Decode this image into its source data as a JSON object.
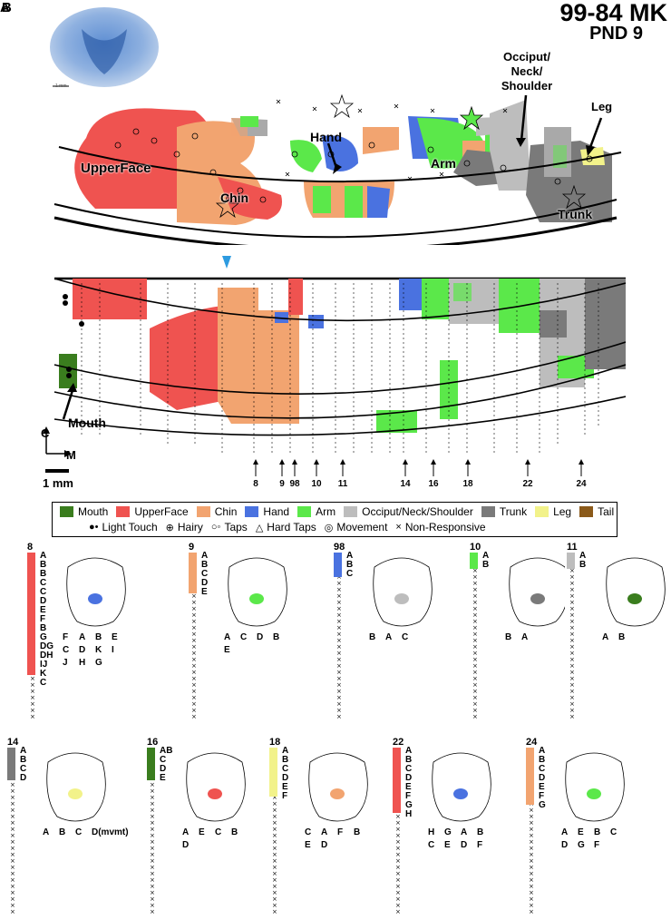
{
  "panel_letters": [
    "A",
    "B"
  ],
  "header": {
    "case_id": "99-84 MK",
    "age": "PND 9"
  },
  "scale_bar_micro": "1 mm",
  "labels": {
    "upper_face": "UpperFace",
    "chin": "Chin",
    "hand": "Hand",
    "arm": "Arm",
    "occiput": "Occiput/ Neck/ Shoulder",
    "leg": "Leg",
    "trunk": "Trunk",
    "mouth": "Mouth"
  },
  "axes": {
    "caudal": "C",
    "medial": "M",
    "scale": "1 mm"
  },
  "penetration_numbers": [
    "8",
    "9",
    "98",
    "10",
    "11",
    "14",
    "16",
    "18",
    "22",
    "24"
  ],
  "legend": {
    "regions": [
      {
        "name": "Mouth",
        "color": "#3a7d1e"
      },
      {
        "name": "UpperFace",
        "color": "#ef5350"
      },
      {
        "name": "Chin",
        "color": "#f2a470"
      },
      {
        "name": "Hand",
        "color": "#4a72e0"
      },
      {
        "name": "Arm",
        "color": "#5be84a"
      },
      {
        "name": "Occiput/Neck/Shoulder",
        "color": "#bdbdbd"
      },
      {
        "name": "Trunk",
        "color": "#7a7a7a"
      },
      {
        "name": "Leg",
        "color": "#f2f28a"
      },
      {
        "name": "Tail",
        "color": "#8b5a1a"
      }
    ],
    "symbols": [
      {
        "glyph": "●•",
        "name": "Light Touch"
      },
      {
        "glyph": "⊕",
        "name": "Hairy"
      },
      {
        "glyph": "○◦",
        "name": "Taps"
      },
      {
        "glyph": "△",
        "name": "Hard Taps"
      },
      {
        "glyph": "◎",
        "name": "Movement"
      },
      {
        "glyph": "×",
        "name": "Non-Responsive"
      }
    ]
  },
  "subpanels": [
    {
      "num": "8",
      "letters": [
        "A",
        "B",
        "B",
        "C",
        "C",
        "D",
        "E",
        "F",
        "B",
        "G",
        "DG",
        "DH",
        "IJ",
        "K",
        "C"
      ],
      "fig_letters": [
        "F",
        "A",
        "B",
        "E",
        "C",
        "D",
        "K",
        "I",
        "J",
        "H",
        "G"
      ]
    },
    {
      "num": "9",
      "letters": [
        "A",
        "B",
        "C",
        "D",
        "E"
      ],
      "fig_letters": [
        "A",
        "C",
        "D",
        "B",
        "E"
      ]
    },
    {
      "num": "98",
      "letters": [
        "A",
        "B",
        "C"
      ],
      "fig_letters": [
        "B",
        "A",
        "C"
      ]
    },
    {
      "num": "10",
      "letters": [
        "A",
        "B"
      ],
      "fig_letters": [
        "B",
        "A"
      ]
    },
    {
      "num": "11",
      "letters": [
        "A",
        "B"
      ],
      "fig_letters": [
        "A",
        "B"
      ]
    },
    {
      "num": "14",
      "letters": [
        "A",
        "B",
        "C",
        "D"
      ],
      "fig_letters": [
        "A",
        "B",
        "C",
        "D(mvmt)"
      ]
    },
    {
      "num": "16",
      "letters": [
        "AB",
        "C",
        "D",
        "E"
      ],
      "fig_letters": [
        "A",
        "E",
        "C",
        "B",
        "D"
      ]
    },
    {
      "num": "18",
      "letters": [
        "A",
        "B",
        "C",
        "D",
        "E",
        "F"
      ],
      "fig_letters": [
        "C",
        "A",
        "F",
        "B",
        "E",
        "D"
      ]
    },
    {
      "num": "22",
      "letters": [
        "A",
        "B",
        "C",
        "D",
        "E",
        "F",
        "G",
        "H"
      ],
      "fig_letters": [
        "H",
        "G",
        "A",
        "B",
        "C",
        "E",
        "D",
        "F"
      ]
    },
    {
      "num": "24",
      "letters": [
        "A",
        "B",
        "C",
        "D",
        "E",
        "F",
        "G"
      ],
      "fig_letters": [
        "A",
        "E",
        "B",
        "C",
        "D",
        "G",
        "F"
      ]
    }
  ],
  "colors": {
    "mouth": "#3a7d1e",
    "upper_face": "#ef5350",
    "chin": "#f2a470",
    "hand": "#4a72e0",
    "arm": "#5be84a",
    "occiput": "#bdbdbd",
    "trunk": "#7a7a7a",
    "leg": "#f2f28a",
    "tail": "#8b5a1a",
    "accent_arrow": "#2d9be0",
    "stain": "#4d7cc4"
  }
}
